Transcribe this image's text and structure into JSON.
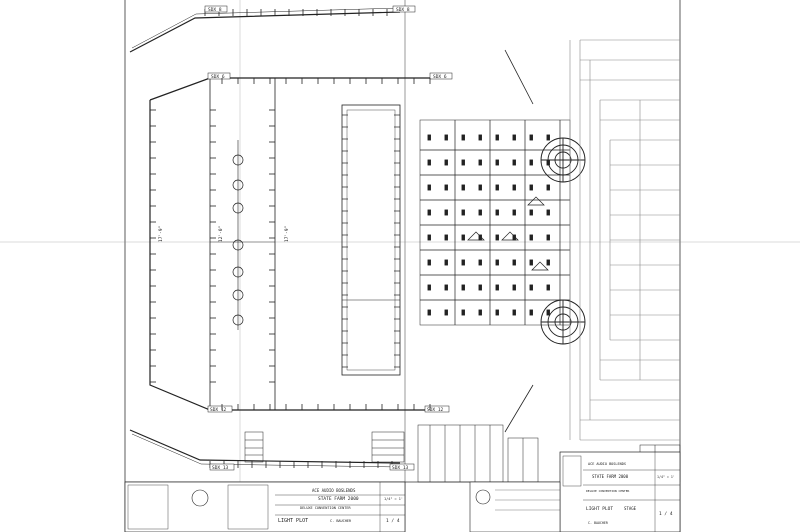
{
  "drawing": {
    "type": "stage lighting plot (CAD)",
    "pipe_tags": {
      "top_left": "SDX 8",
      "top_right": "SDX 8",
      "upper_left": "SDX 6",
      "upper_right": "SDX 6",
      "lower_left": "SDX 12",
      "lower_right": "SDX 12",
      "bottom_left": "SDX 13",
      "bottom_right": "SDX 13"
    },
    "dimension_labels": [
      "17'-9\"",
      "12'-0\"",
      "17'-9\""
    ]
  },
  "title_block_left": {
    "client": "ACE AUDIO BOSLENDS",
    "show": "STATE FARM 2000",
    "subtitle": "DELUXE CONVENTION CENTER",
    "sheet_title": "LIGHT PLOT",
    "designer": "C. BAUCHER",
    "scale": "1/4\" = 1'",
    "sheet": "1 / 4"
  },
  "title_block_right": {
    "client": "ACE AUDIO BOSLENDS",
    "show": "STATE FARM 2000",
    "subtitle": "DELUXE CONVENTION CENTER",
    "sheet_title": "LIGHT PLOT",
    "sheet_sub": "STAGE",
    "designer": "C. BAUCHER",
    "scale": "1/4\" = 1'",
    "sheet": "1 / 4"
  },
  "colors": {
    "ink": "#222222",
    "paper": "#ffffff",
    "grey": "#888888"
  }
}
